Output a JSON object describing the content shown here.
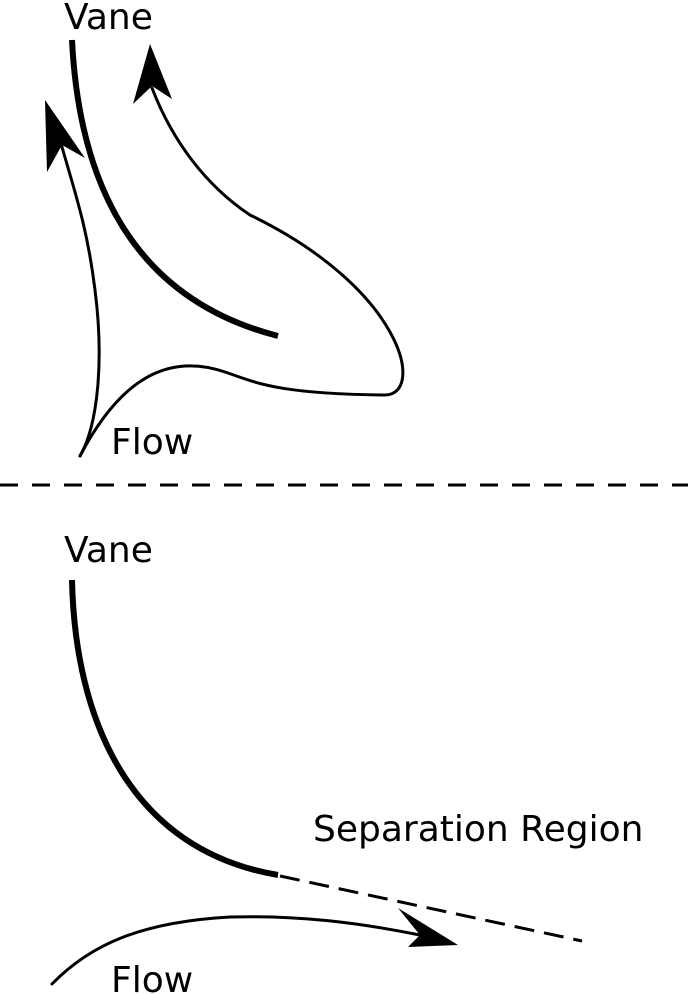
{
  "top_panel": {
    "vane_label": "Vane",
    "flow_label": "Flow"
  },
  "bottom_panel": {
    "vane_label": "Vane",
    "flow_label": "Flow",
    "separation_label": "Separation Region"
  },
  "colors": {
    "ink": "#000000",
    "background": "#ffffff"
  }
}
